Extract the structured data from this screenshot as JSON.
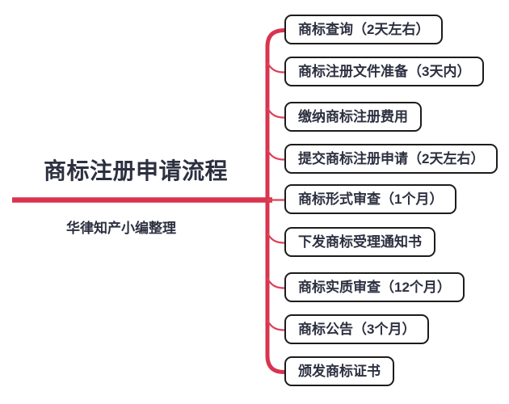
{
  "title": {
    "text": "商标注册申请流程",
    "subtitle": "华律知产小编整理"
  },
  "colors": {
    "accent_red": "#d8344f",
    "branch_red": "#dd4158",
    "box_border": "#1c1c1c",
    "text_dark": "#2c3040",
    "background": "#ffffff"
  },
  "flow": {
    "steps": [
      {
        "label": "商标查询（2天左右）"
      },
      {
        "label": "商标注册文件准备（3天内）"
      },
      {
        "label": "缴纳商标注册费用"
      },
      {
        "label": "提交商标注册申请（2天左右）"
      },
      {
        "label": "商标形式审查（1个月）"
      },
      {
        "label": "下发商标受理通知书"
      },
      {
        "label": "商标实质审查（12个月）"
      },
      {
        "label": "商标公告（3个月）"
      },
      {
        "label": "颁发商标证书"
      }
    ]
  }
}
